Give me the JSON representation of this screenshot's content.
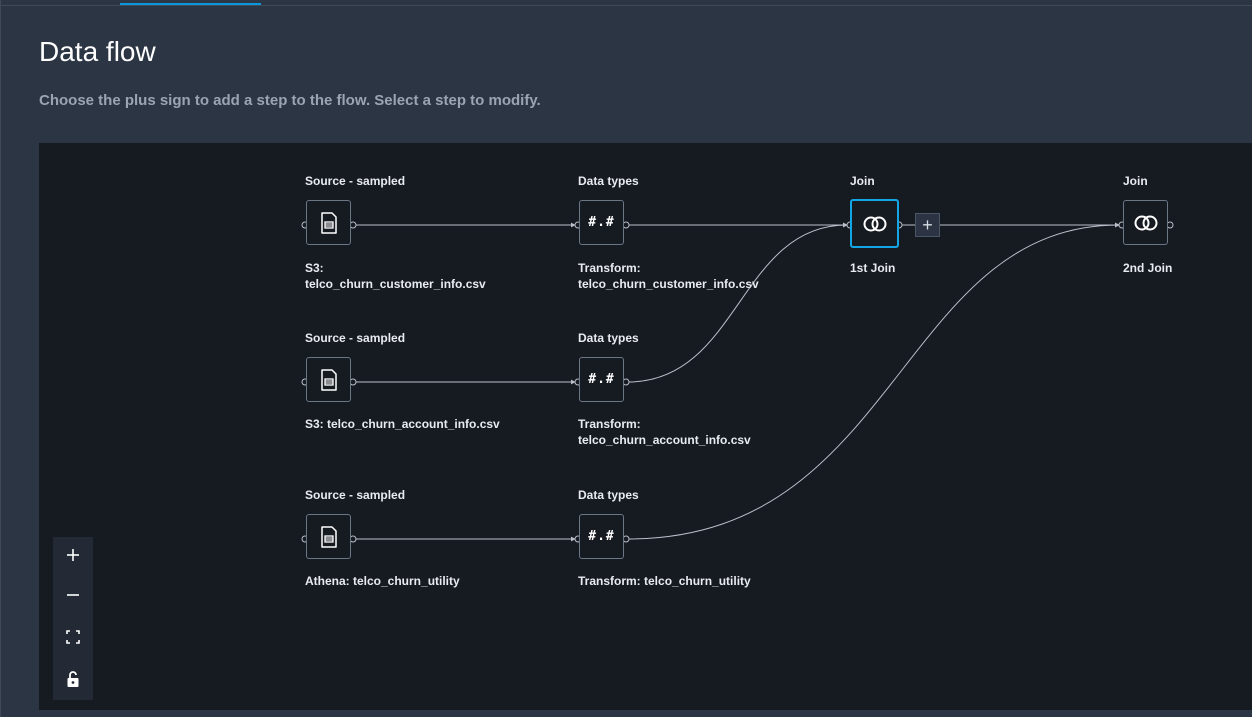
{
  "page": {
    "title": "Data flow",
    "subtitle": "Choose the plus sign to add a step to the flow. Select a step to modify."
  },
  "nodes": {
    "source1": {
      "caption": "Source - sampled",
      "description": "S3: telco_churn_customer_info.csv",
      "icon": "file-table-icon"
    },
    "source2": {
      "caption": "Source - sampled",
      "description": "S3: telco_churn_account_info.csv",
      "icon": "file-table-icon"
    },
    "source3": {
      "caption": "Source - sampled",
      "description": "Athena: telco_churn_utility",
      "icon": "file-table-icon"
    },
    "dtypes1": {
      "caption": "Data types",
      "description": "Transform: telco_churn_customer_info.csv",
      "symbol": "#.#"
    },
    "dtypes2": {
      "caption": "Data types",
      "description": "Transform: telco_churn_account_info.csv",
      "symbol": "#.#"
    },
    "dtypes3": {
      "caption": "Data types",
      "description": "Transform: telco_churn_utility",
      "symbol": "#.#"
    },
    "join1": {
      "caption": "Join",
      "description": "1st Join",
      "icon": "join-icon",
      "selected": true
    },
    "join2": {
      "caption": "Join",
      "description": "2nd Join",
      "icon": "join-icon"
    }
  },
  "add_step": {
    "label": "+"
  },
  "colors": {
    "background": "#2b3543",
    "canvas": "#161a21",
    "accent": "#13a6e6",
    "edge": "#b9c0ca"
  },
  "controls": [
    "zoom-in-icon",
    "zoom-out-icon",
    "fit-view-icon",
    "unlock-icon"
  ]
}
